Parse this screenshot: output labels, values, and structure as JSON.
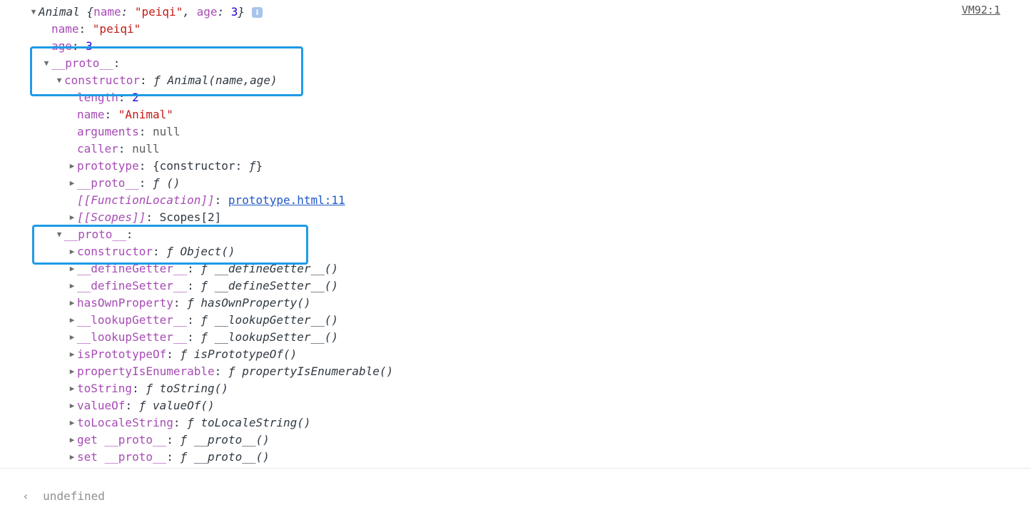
{
  "source_link": "VM92:1",
  "rows": [
    {
      "indent": 40,
      "tri": "▼",
      "parts": [
        [
          "it",
          "Animal "
        ],
        [
          "it",
          "{"
        ],
        [
          "k",
          "name"
        ],
        [
          "it",
          ": "
        ],
        [
          "str",
          "\"peiqi\""
        ],
        [
          "it",
          ", "
        ],
        [
          "k",
          "age"
        ],
        [
          "it",
          ": "
        ],
        [
          "num",
          "3"
        ],
        [
          "it",
          "}"
        ]
      ],
      "badge": "i"
    },
    {
      "indent": 58,
      "tri": "",
      "parts": [
        [
          "k",
          "name"
        ],
        [
          "plain",
          ": "
        ],
        [
          "str",
          "\"peiqi\""
        ]
      ]
    },
    {
      "indent": 58,
      "tri": "",
      "parts": [
        [
          "k",
          "age"
        ],
        [
          "plain",
          ": "
        ],
        [
          "num",
          "3"
        ]
      ]
    },
    {
      "indent": 58,
      "tri": "▼",
      "parts": [
        [
          "k",
          "__proto__"
        ],
        [
          "plain",
          ":"
        ]
      ]
    },
    {
      "indent": 76,
      "tri": "▼",
      "parts": [
        [
          "k",
          "constructor"
        ],
        [
          "plain",
          ": "
        ],
        [
          "it",
          "ƒ Animal(name,age)"
        ]
      ]
    },
    {
      "indent": 94,
      "tri": "",
      "parts": [
        [
          "k",
          "length"
        ],
        [
          "plain",
          ": "
        ],
        [
          "num",
          "2"
        ]
      ]
    },
    {
      "indent": 94,
      "tri": "",
      "parts": [
        [
          "k",
          "name"
        ],
        [
          "plain",
          ": "
        ],
        [
          "str",
          "\"Animal\""
        ]
      ]
    },
    {
      "indent": 94,
      "tri": "",
      "parts": [
        [
          "k",
          "arguments"
        ],
        [
          "plain",
          ": "
        ],
        [
          "nul",
          "null"
        ]
      ]
    },
    {
      "indent": 94,
      "tri": "",
      "parts": [
        [
          "k",
          "caller"
        ],
        [
          "plain",
          ": "
        ],
        [
          "nul",
          "null"
        ]
      ]
    },
    {
      "indent": 94,
      "tri": "▶",
      "parts": [
        [
          "k",
          "prototype"
        ],
        [
          "plain",
          ": {constructor: "
        ],
        [
          "it",
          "ƒ"
        ],
        [
          "plain",
          "}"
        ]
      ]
    },
    {
      "indent": 94,
      "tri": "▶",
      "parts": [
        [
          "k",
          "__proto__"
        ],
        [
          "plain",
          ": "
        ],
        [
          "it",
          "ƒ ()"
        ]
      ]
    },
    {
      "indent": 94,
      "tri": "",
      "parts": [
        [
          "ki",
          "[[FunctionLocation]]"
        ],
        [
          "plain",
          ": "
        ],
        [
          "link",
          "prototype.html:11"
        ]
      ]
    },
    {
      "indent": 94,
      "tri": "▶",
      "parts": [
        [
          "ki",
          "[[Scopes]]"
        ],
        [
          "plain",
          ": Scopes[2]"
        ]
      ]
    },
    {
      "indent": 76,
      "tri": "▼",
      "parts": [
        [
          "k",
          "__proto__"
        ],
        [
          "plain",
          ":"
        ]
      ]
    },
    {
      "indent": 94,
      "tri": "▶",
      "parts": [
        [
          "k",
          "constructor"
        ],
        [
          "plain",
          ": "
        ],
        [
          "it",
          "ƒ Object()"
        ]
      ]
    },
    {
      "indent": 94,
      "tri": "▶",
      "parts": [
        [
          "k",
          "__defineGetter__"
        ],
        [
          "plain",
          ": "
        ],
        [
          "it",
          "ƒ __defineGetter__()"
        ]
      ]
    },
    {
      "indent": 94,
      "tri": "▶",
      "parts": [
        [
          "k",
          "__defineSetter__"
        ],
        [
          "plain",
          ": "
        ],
        [
          "it",
          "ƒ __defineSetter__()"
        ]
      ]
    },
    {
      "indent": 94,
      "tri": "▶",
      "parts": [
        [
          "k",
          "hasOwnProperty"
        ],
        [
          "plain",
          ": "
        ],
        [
          "it",
          "ƒ hasOwnProperty()"
        ]
      ]
    },
    {
      "indent": 94,
      "tri": "▶",
      "parts": [
        [
          "k",
          "__lookupGetter__"
        ],
        [
          "plain",
          ": "
        ],
        [
          "it",
          "ƒ __lookupGetter__()"
        ]
      ]
    },
    {
      "indent": 94,
      "tri": "▶",
      "parts": [
        [
          "k",
          "__lookupSetter__"
        ],
        [
          "plain",
          ": "
        ],
        [
          "it",
          "ƒ __lookupSetter__()"
        ]
      ]
    },
    {
      "indent": 94,
      "tri": "▶",
      "parts": [
        [
          "k",
          "isPrototypeOf"
        ],
        [
          "plain",
          ": "
        ],
        [
          "it",
          "ƒ isPrototypeOf()"
        ]
      ]
    },
    {
      "indent": 94,
      "tri": "▶",
      "parts": [
        [
          "k",
          "propertyIsEnumerable"
        ],
        [
          "plain",
          ": "
        ],
        [
          "it",
          "ƒ propertyIsEnumerable()"
        ]
      ]
    },
    {
      "indent": 94,
      "tri": "▶",
      "parts": [
        [
          "k",
          "toString"
        ],
        [
          "plain",
          ": "
        ],
        [
          "it",
          "ƒ toString()"
        ]
      ]
    },
    {
      "indent": 94,
      "tri": "▶",
      "parts": [
        [
          "k",
          "valueOf"
        ],
        [
          "plain",
          ": "
        ],
        [
          "it",
          "ƒ valueOf()"
        ]
      ]
    },
    {
      "indent": 94,
      "tri": "▶",
      "parts": [
        [
          "k",
          "toLocaleString"
        ],
        [
          "plain",
          ": "
        ],
        [
          "it",
          "ƒ toLocaleString()"
        ]
      ]
    },
    {
      "indent": 94,
      "tri": "▶",
      "parts": [
        [
          "k",
          "get __proto__"
        ],
        [
          "plain",
          ": "
        ],
        [
          "it",
          "ƒ __proto__()"
        ]
      ]
    },
    {
      "indent": 94,
      "tri": "▶",
      "parts": [
        [
          "k",
          "set __proto__"
        ],
        [
          "plain",
          ": "
        ],
        [
          "it",
          "ƒ __proto__()"
        ]
      ]
    }
  ],
  "result": {
    "arrow": "‹",
    "text": "undefined"
  },
  "colors": {
    "highlight": "#1e9be6",
    "key": "#a74bb5",
    "string": "#c41a16",
    "number": "#1c00cf"
  }
}
